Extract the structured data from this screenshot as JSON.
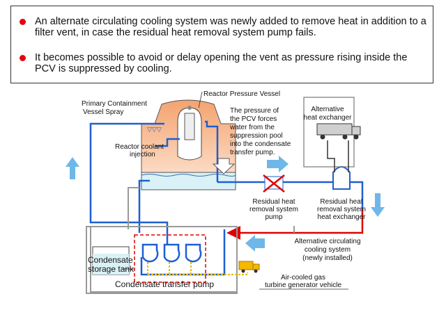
{
  "bullets": [
    "An alternate circulating cooling system was newly added to remove heat in addition to a filter vent, in case the residual heat removal system pump fails.",
    "It becomes possible to avoid or delay opening the vent as pressure rising inside the PCV is suppressed by cooling."
  ],
  "labels": {
    "rpv": "Reactor Pressure Vessel",
    "pcv_spray_1": "Primary Containment",
    "pcv_spray_2": "Vessel Spray",
    "reactor_coolant_1": "Reactor coolant",
    "reactor_coolant_2": "injection",
    "pcv_force_1": "The pressure of",
    "pcv_force_2": "the PCV forces",
    "pcv_force_3": "water from the",
    "pcv_force_4": "suppression pool",
    "pcv_force_5": "into the condensate",
    "pcv_force_6": "transfer pump.",
    "alt_hx_1": "Alternative",
    "alt_hx_2": "heat exchanger",
    "rhr_pump_1": "Residual heat",
    "rhr_pump_2": "removal system",
    "rhr_pump_3": "pump",
    "rhr_hx_1": "Residual heat",
    "rhr_hx_2": "removal system",
    "rhr_hx_3": "heat exchanger",
    "alt_circ_1": "Alternative circulating",
    "alt_circ_2": "cooling system",
    "alt_circ_3": "(newly installed)",
    "cst_1": "Condensate",
    "cst_2": "storage tank",
    "ctp": "Condensate transfer pump",
    "gas_1": "Air-cooled gas",
    "gas_2": "turbine generator vehicle"
  },
  "colors": {
    "bullet": "#e60012",
    "water_line": "#1e5fd0",
    "alt_line": "#e00000",
    "arrow": "#6fb7e8",
    "gray_line": "#999999",
    "vessel_top": "#f6b48a",
    "vessel_bottom": "#fde5d2",
    "water": "#d9f1f7",
    "vehicle": "#f5b800"
  }
}
